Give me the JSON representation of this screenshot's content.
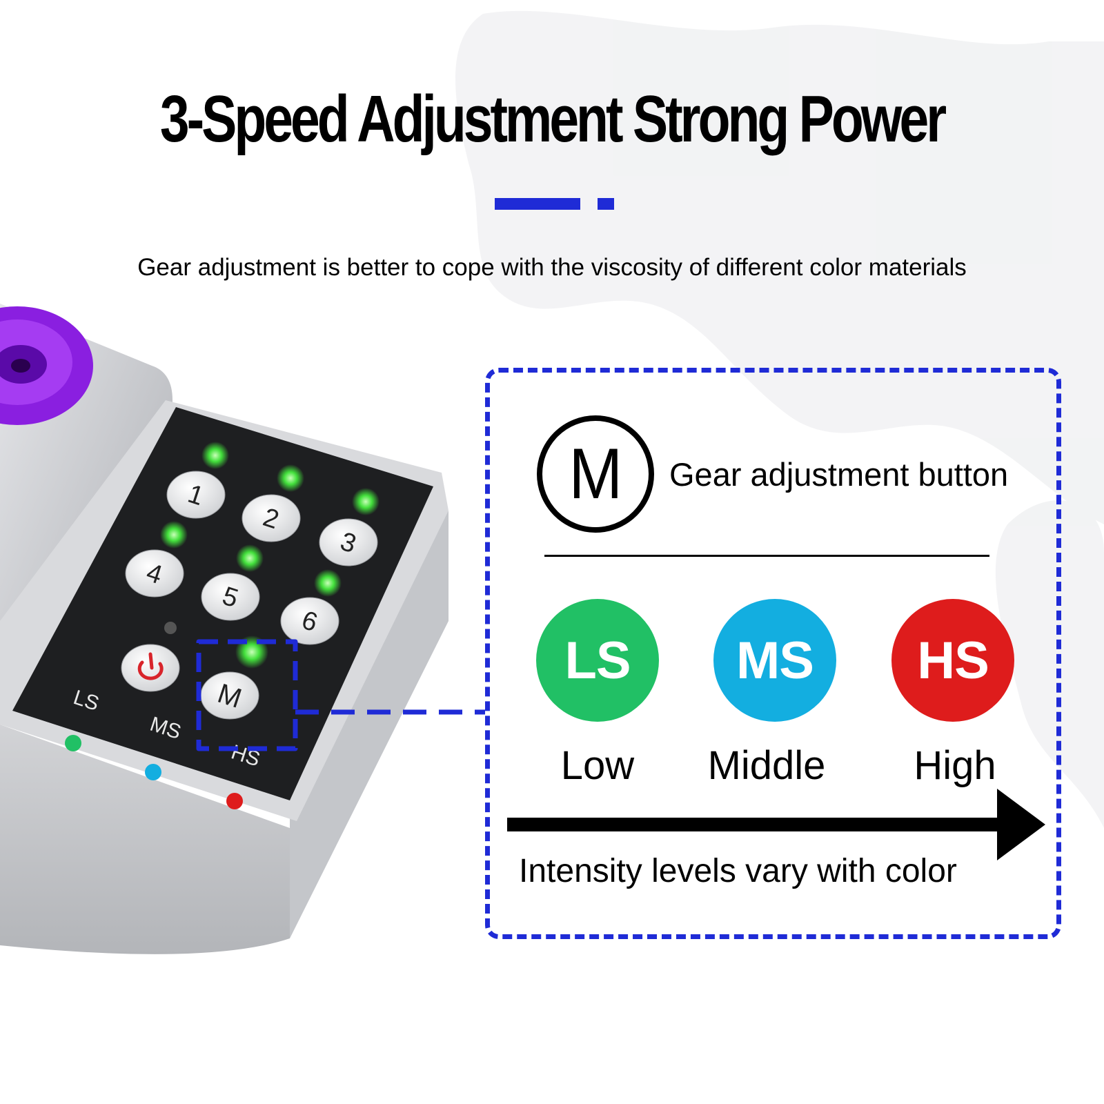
{
  "header": {
    "title": "3-Speed Adjustment  Strong Power",
    "subtitle": "Gear adjustment is better to cope with the viscosity of different color materials"
  },
  "colors": {
    "accent": "#1f2bd6",
    "ls": "#21c065",
    "ms": "#13aee0",
    "hs": "#de1c1c",
    "led": "#43e03c"
  },
  "device": {
    "keys": [
      "1",
      "2",
      "3",
      "4",
      "5",
      "6"
    ],
    "mode_key": "M",
    "power_icon": "power-icon",
    "indicators": [
      "LS",
      "MS",
      "HS"
    ]
  },
  "legend": {
    "button_symbol": "M",
    "button_label": "Gear adjustment button",
    "levels": [
      {
        "code": "LS",
        "name": "Low"
      },
      {
        "code": "MS",
        "name": "Middle"
      },
      {
        "code": "HS",
        "name": "High"
      }
    ],
    "footer": "Intensity levels vary with color"
  }
}
